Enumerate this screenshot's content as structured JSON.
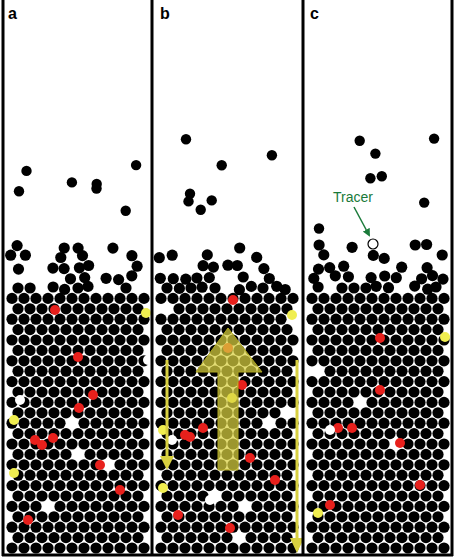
{
  "diagram": {
    "labels": [
      "a",
      "b",
      "c",
      "Tracer"
    ]
  }
}
